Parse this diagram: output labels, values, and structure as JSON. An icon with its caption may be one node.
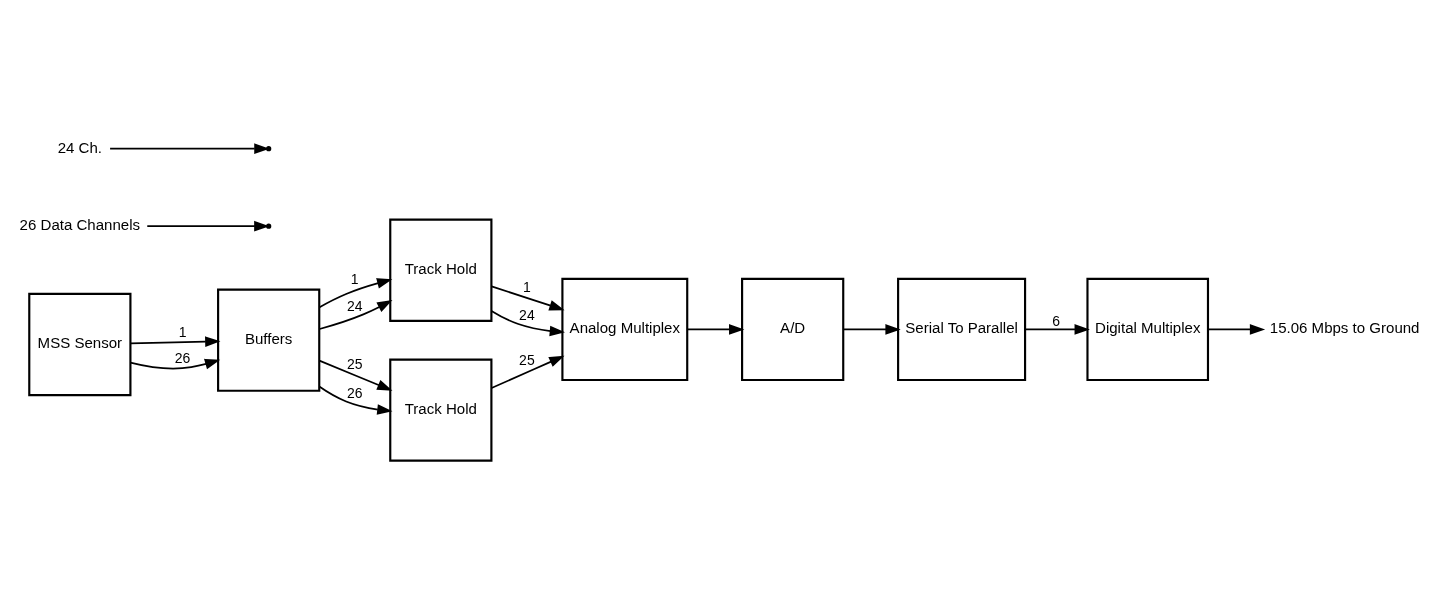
{
  "diagram": {
    "nodes": [
      {
        "text": [
          "MSS Sensor"
        ]
      },
      {
        "text": [
          "Buffers"
        ]
      },
      {
        "text": [
          "Track Hold"
        ]
      },
      {
        "text": [
          "Analog Multiplex"
        ]
      },
      {
        "text": [
          "A/D"
        ]
      },
      {
        "text": [
          "Serial To Parallel"
        ]
      },
      {
        "text": [
          "Digital Multiplex"
        ]
      },
      {
        "text": [
          "Track Hold"
        ]
      },
      {
        "text": [
          "26 Data Channels"
        ]
      },
      {
        "text": [
          "24 Ch."
        ]
      },
      {
        "text": [
          "15.06 Mbps to Ground"
        ]
      }
    ],
    "edges": [
      {
        "from": 0,
        "to": 1,
        "arrow": "to",
        "label": "1"
      },
      {
        "from": 0,
        "to": 1,
        "arrow": "to",
        "label": "26"
      },
      {
        "from": 1,
        "to": 2,
        "arrow": "to",
        "label": "1"
      },
      {
        "from": 1,
        "to": 2,
        "arrow": "to",
        "label": "24"
      },
      {
        "from": 2,
        "to": 3,
        "arrow": "to",
        "label": "1"
      },
      {
        "from": 2,
        "to": 3,
        "arrow": "to",
        "label": "24"
      },
      {
        "from": 7,
        "to": 3,
        "arrow": "to",
        "label": "25"
      },
      {
        "from": 1,
        "to": 7,
        "arrow": "to",
        "label": "25"
      },
      {
        "from": 1,
        "to": 7,
        "arrow": "to",
        "label": "26"
      },
      {
        "from": 3,
        "to": 4,
        "arrow": "to"
      },
      {
        "from": 4,
        "to": 5,
        "arrow": "to"
      },
      {
        "from": 5,
        "to": 6,
        "arrow": "to",
        "label": "6"
      },
      {
        "from": 6,
        "to": 10,
        "arrow": "to"
      },
      {
        "from": 8,
        "to": null,
        "arrow": "to"
      },
      {
        "from": 9,
        "to": null,
        "arrow": "to"
      }
    ]
  }
}
